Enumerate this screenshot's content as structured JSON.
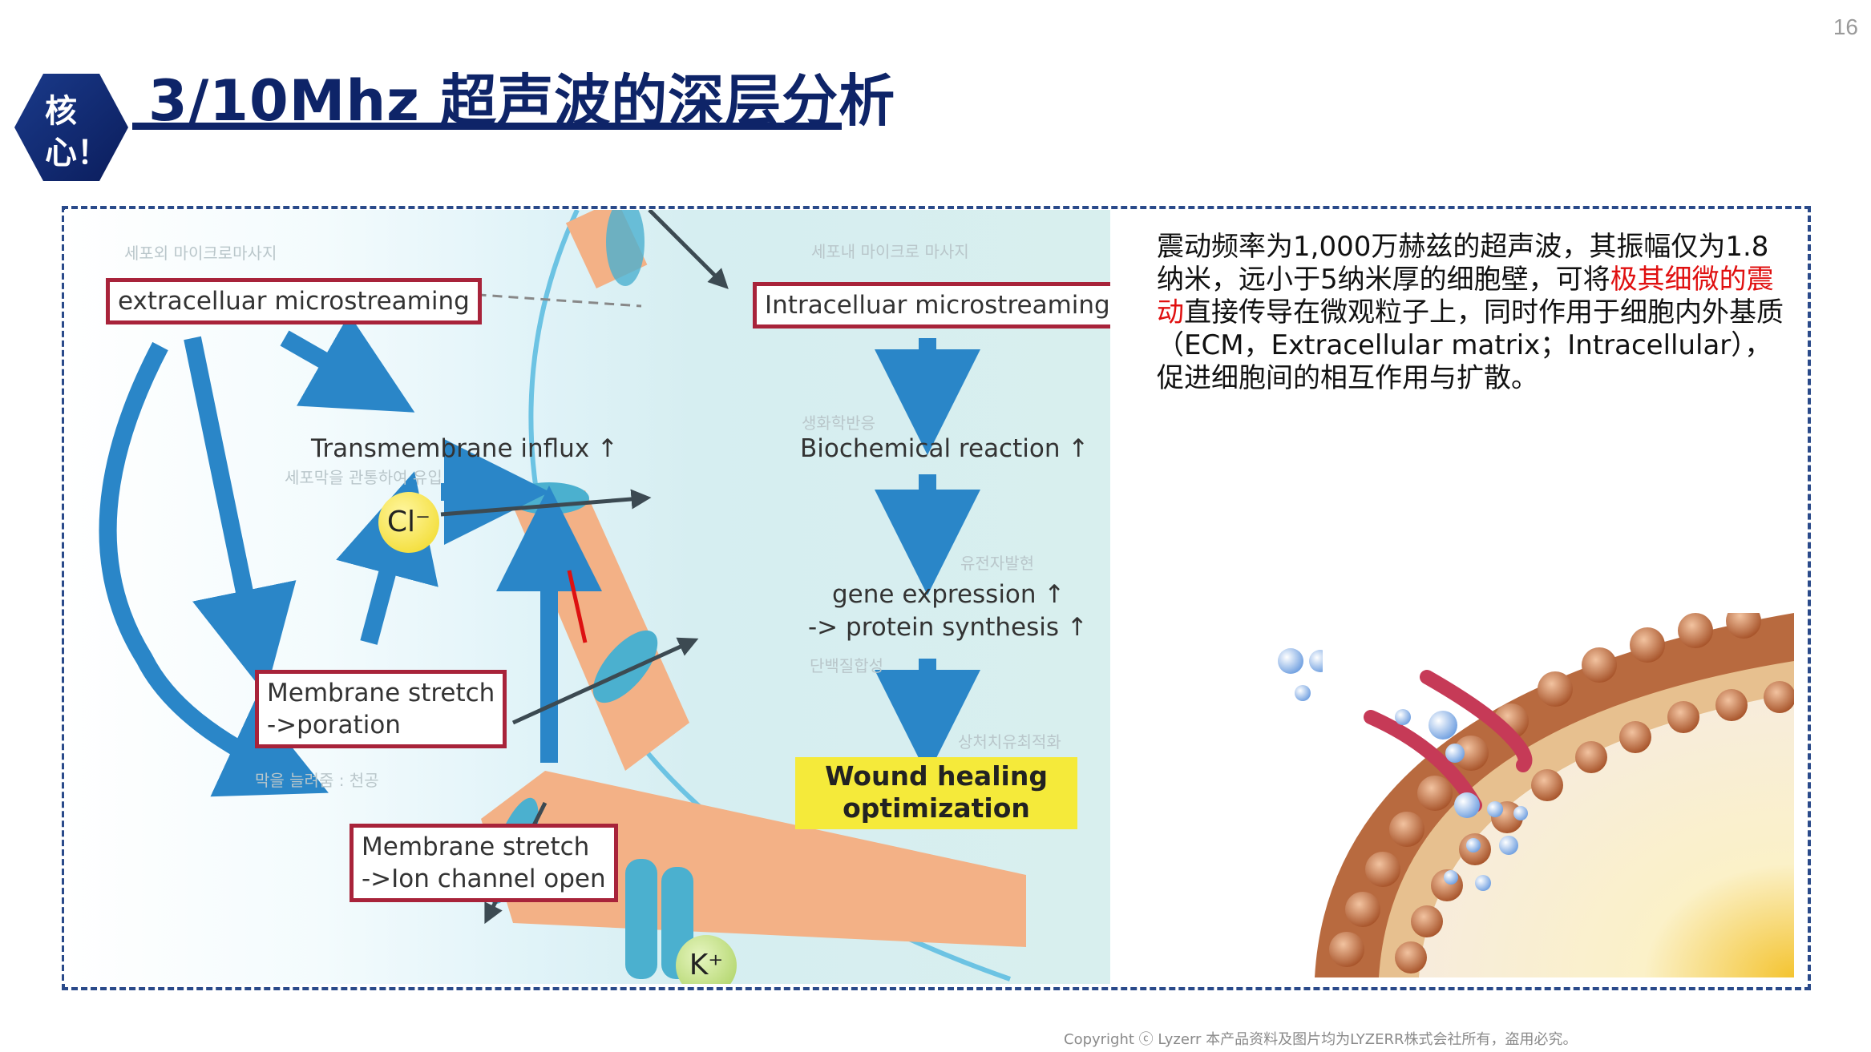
{
  "page_number": "16",
  "badge": {
    "line1": "核",
    "line2": "心！"
  },
  "title": "3/10Mhz 超声波的深层分析",
  "diagram": {
    "korean_labels": {
      "extra": "세포외 마이크로마사지",
      "intra": "세포내 마이크로 마사지",
      "biochem": "생화학반응",
      "influx": "세포막을 관통하여 유입",
      "gene": "유전자발현",
      "protein": "단백질합성",
      "wound": "상처치유최적화",
      "stretch": "막을 늘려줌 : 천공"
    },
    "extracellular_box": "extracelluar microstreaming",
    "intracellular_box": "Intracelluar microstreaming",
    "transmembrane": "Transmembrane influx ↑",
    "biochemical": "Biochemical reaction ↑",
    "gene_expression": "gene expression ↑",
    "protein_synthesis": "-> protein synthesis ↑",
    "wound_line1": "Wound healing",
    "wound_line2": "optimization",
    "poration_line1": "Membrane stretch",
    "poration_line2": "->poration",
    "ion_line1": "Membrane stretch",
    "ion_line2": "->Ion channel open",
    "cl_ion": "Cl⁻",
    "k_ion": "K⁺"
  },
  "description": {
    "part1": "震动频率为1,000万赫兹的超声波，其振幅仅为1.8纳米，远小于5纳米厚的细胞壁，可将",
    "highlight": "极其细微的震动",
    "part2": "直接传导在微观粒子上，同时作用于细胞内外基质（ECM，Extracellular matrix；Intracellular），促进细胞间的相互作用与扩散。"
  },
  "copyright": "Copyright ⓒ Lyzerr 本产品资料及图片均为LYZERR株式会社所有，盗用必究。",
  "colors": {
    "navy": "#0e2468",
    "highlight_red": "#e01010",
    "box_border": "#a8233a",
    "arrow_blue": "#2a86c8"
  }
}
